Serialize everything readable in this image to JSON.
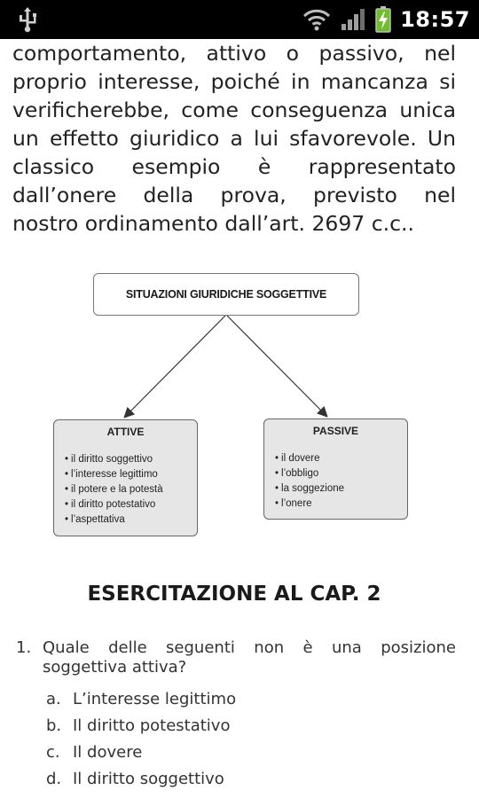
{
  "status_bar": {
    "time": "18:57",
    "icons": [
      "usb-icon",
      "wifi-icon",
      "signal-icon",
      "battery-charging-icon"
    ]
  },
  "page": {
    "paragraph_lines": [
      "comportamento, attivo o passivo, nel",
      "proprio interesse, poiché in mancanza si",
      "verificherebbe, come conseguenza unica",
      "un effetto giuridico a lui sfavorevole. Un",
      "classico esempio è rappresentato",
      "dall’onere della prova, previsto nel",
      "nostro ordinamento dall’art. 2697 c.c.."
    ],
    "diagram": {
      "root": "SITUAZIONI GIURIDICHE SOGGETTIVE",
      "left": {
        "title": "ATTIVE",
        "items": [
          "il diritto soggettivo",
          "l’interesse legittimo",
          "il potere e la potestà",
          "il diritto potestativo",
          "l’aspettativa"
        ]
      },
      "right": {
        "title": "PASSIVE",
        "items": [
          "il dovere",
          "l’obbligo",
          "la soggezione",
          "l’onere"
        ]
      }
    },
    "exercise": {
      "title": "ESERCITAZIONE AL CAP. 2",
      "question_number": "1.",
      "question_lines": [
        "Quale delle seguenti non è una posizione",
        "soggettiva attiva?"
      ],
      "options": [
        {
          "letter": "a.",
          "text": "L’interesse legittimo"
        },
        {
          "letter": "b.",
          "text": "Il diritto potestativo"
        },
        {
          "letter": "c.",
          "text": "Il dovere"
        },
        {
          "letter": "d.",
          "text": "Il diritto soggettivo"
        }
      ]
    }
  }
}
